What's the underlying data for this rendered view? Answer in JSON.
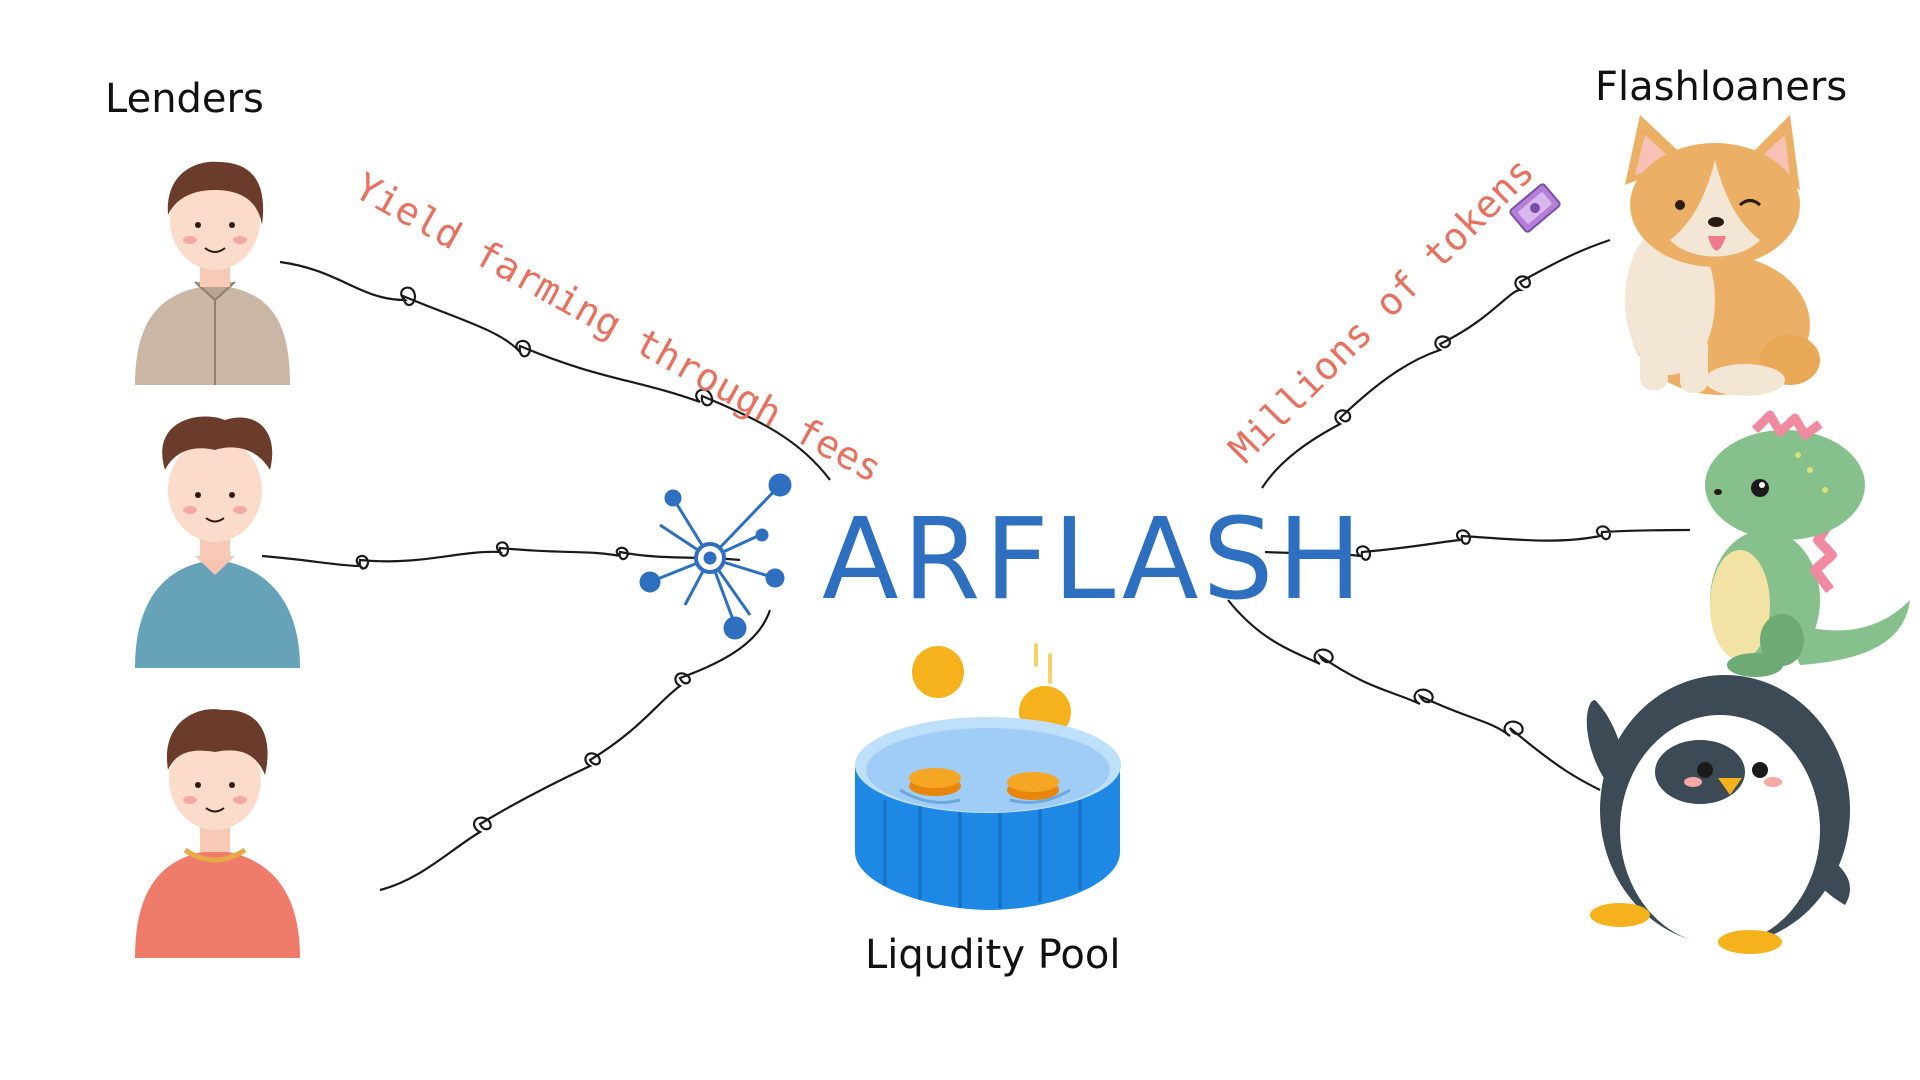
{
  "diagram": {
    "groups": {
      "lenders_title": "Lenders",
      "flashloaners_title": "Flashloaners"
    },
    "center": {
      "brand": "ARFLASH",
      "pool_label": "Liqudity Pool"
    },
    "flows": {
      "lender_flow_label": "Yield farming through fees",
      "flashloaner_flow_label": "Millions of tokens"
    },
    "icon_names": [
      "lender-person-1",
      "lender-person-2",
      "lender-person-3",
      "corgi",
      "dinosaur",
      "penguin",
      "network-logo-icon",
      "liquidity-pool-icon",
      "money-icon"
    ],
    "colors": {
      "brand_blue": "#2f6fbf",
      "flow_text": "#e8705f",
      "coin": "#f5b21c",
      "pool": "#1e88e5"
    }
  }
}
